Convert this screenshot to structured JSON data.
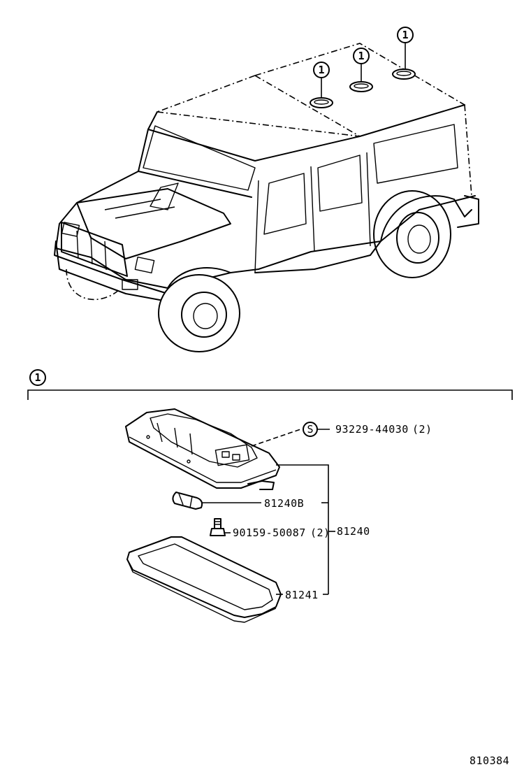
{
  "callout": {
    "symbol": "1",
    "screw_symbol": "S"
  },
  "parts": {
    "screw": {
      "number": "93229-44030",
      "qty": "(2)"
    },
    "bulb": {
      "number": "81240B"
    },
    "bolt": {
      "number": "90159-50087",
      "qty": "(2)"
    },
    "assembly": {
      "number": "81240"
    },
    "lens": {
      "number": "81241"
    }
  },
  "figure_code": "810384"
}
